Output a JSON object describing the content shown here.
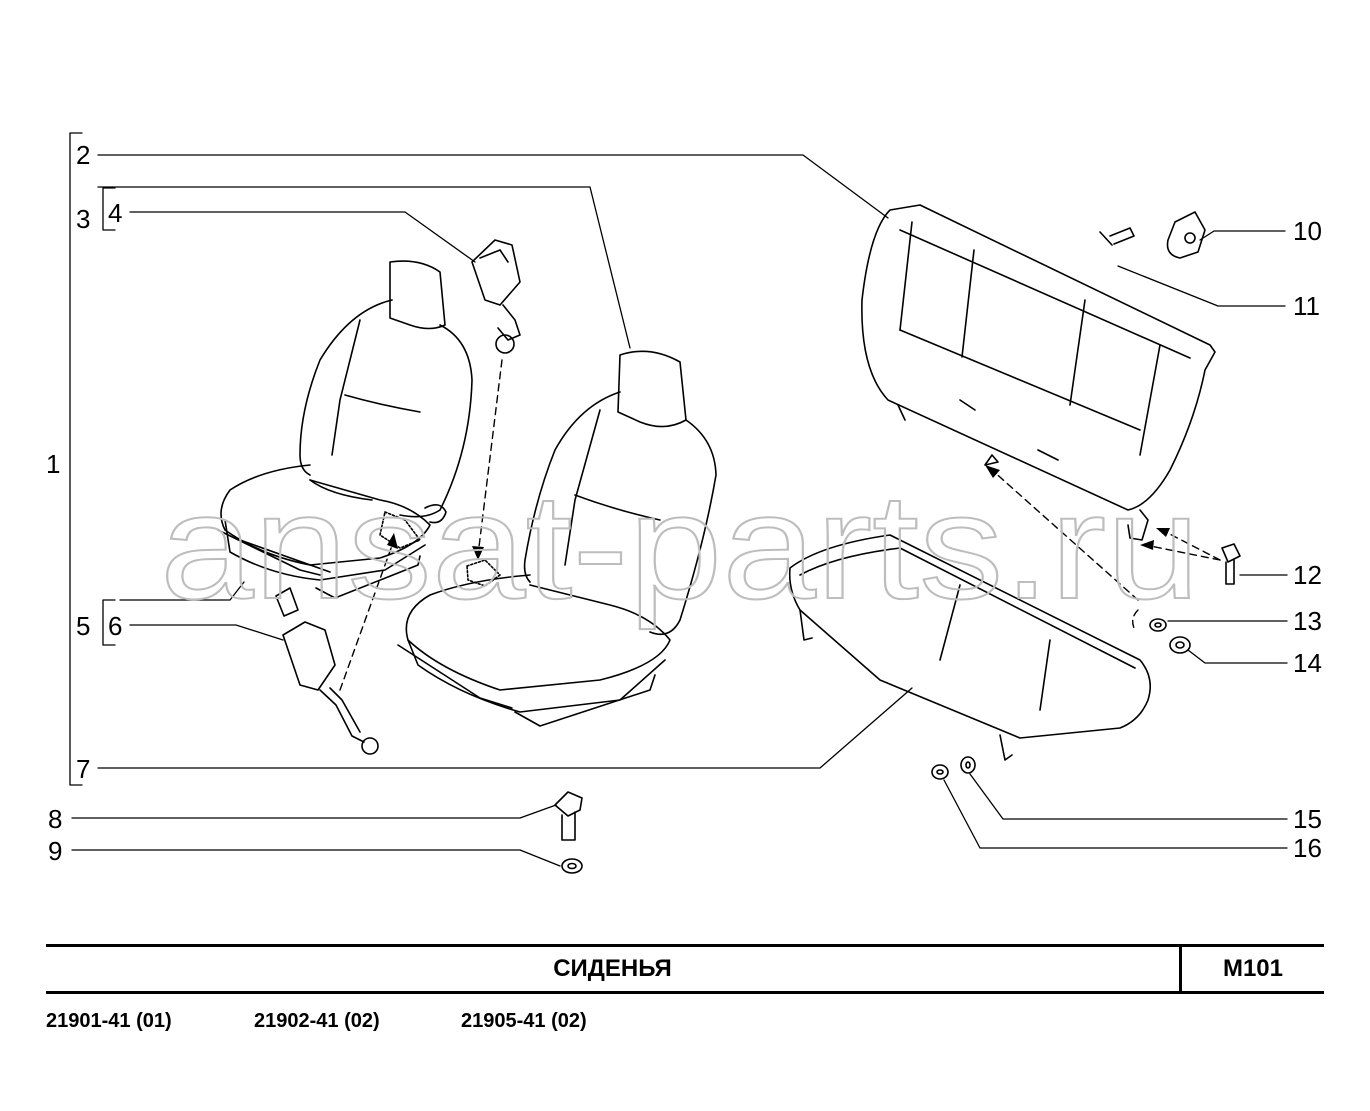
{
  "diagram": {
    "title": "СИДЕНЬЯ",
    "code": "M101",
    "watermark": "ansat-parts.ru",
    "models": [
      "21901-41 (01)",
      "21902-41 (02)",
      "21905-41 (02)"
    ],
    "callouts": [
      "1",
      "2",
      "3",
      "4",
      "5",
      "6",
      "7",
      "8",
      "9",
      "10",
      "11",
      "12",
      "13",
      "14",
      "15",
      "16"
    ]
  }
}
